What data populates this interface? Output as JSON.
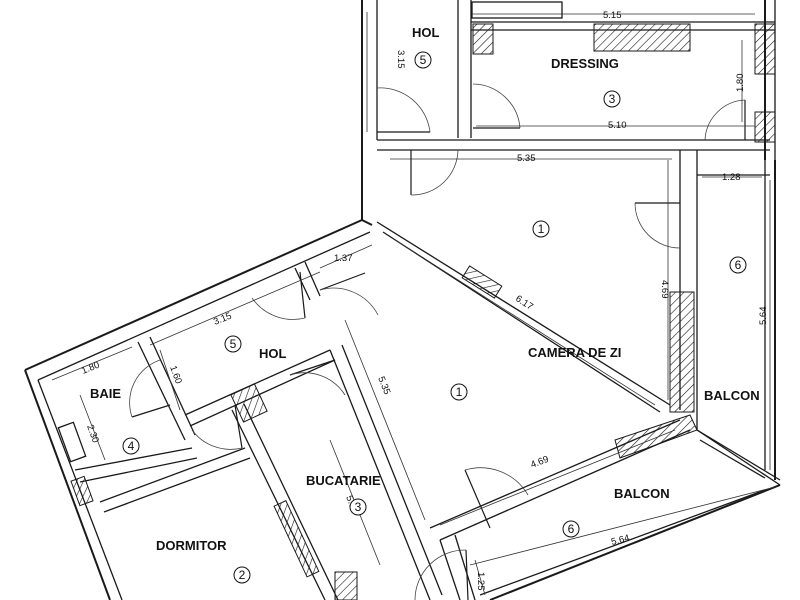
{
  "rooms": {
    "hol_top": "HOL",
    "dressing": "DRESSING",
    "camera_de_zi": "CAMERA DE ZI",
    "balcon_right": "BALCON",
    "balcon_bottom": "BALCON",
    "hol_left": "HOL",
    "baie": "BAIE",
    "bucatarie": "BUCATARIE",
    "dormitor": "DORMITOR"
  },
  "markers": {
    "hol_top": "5",
    "dressing": "3",
    "living_upper": "1",
    "living_lower": "1",
    "balcon_right": "6",
    "balcon_bottom": "6",
    "hol_left": "5",
    "baie": "4",
    "bucatarie": "3",
    "dormitor": "2"
  },
  "dimensions": {
    "dressing_top": "5.15",
    "hol_height": "3.15",
    "dressing_side": "1.80",
    "dressing_bottom": "5.10",
    "living_top": "5.35",
    "balcon_width": "1.28",
    "living_right": "4.69",
    "balcon_right_len": "5.64",
    "living_diag": "6.17",
    "corner_top": "1.37",
    "hol_left_len": "3.15",
    "baie_top": "1.80",
    "hol_left_side": "1.60",
    "baie_side": "2.30",
    "bucatarie_left": "5.35",
    "living_bottom": "4.69",
    "balcon_bottom_len": "5.64",
    "bucatarie_side": "5.15",
    "balcon_bottom_side": "1.25"
  }
}
